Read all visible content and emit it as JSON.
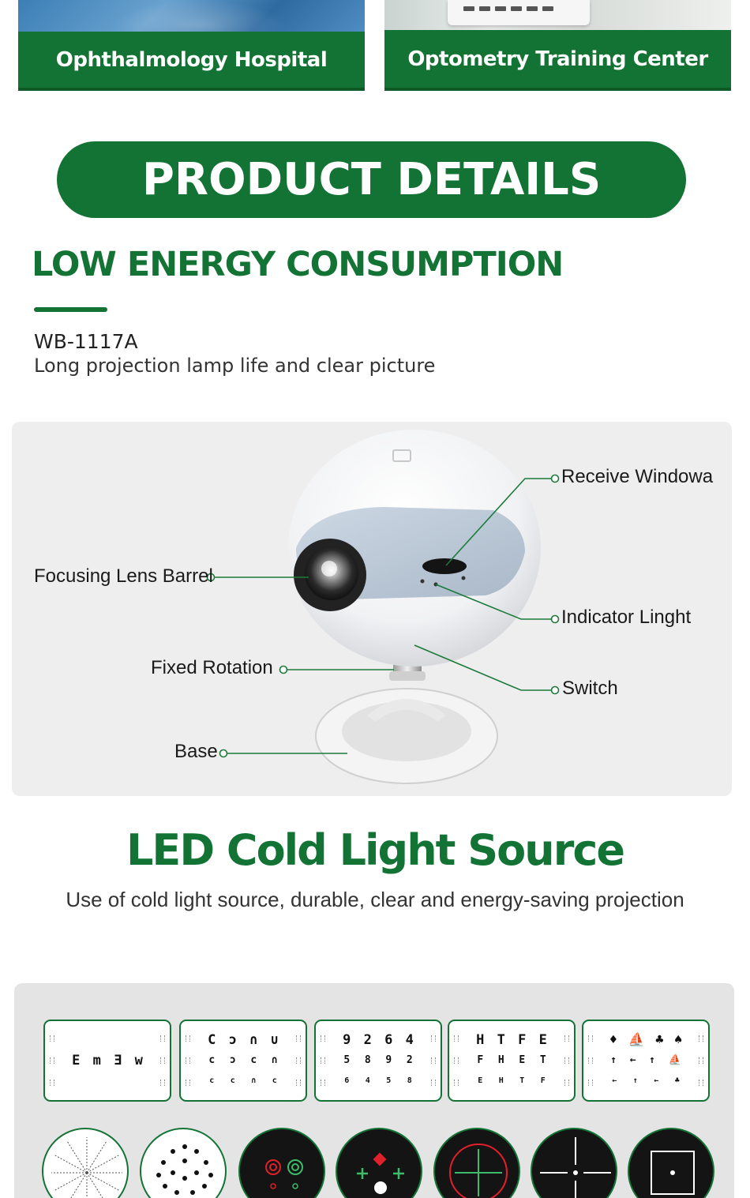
{
  "categories": {
    "left": "Ophthalmology Hospital",
    "right": "Optometry Training Center"
  },
  "banner": {
    "title": "PRODUCT DETAILS"
  },
  "feature": {
    "title": "LOW ENERGY CONSUMPTION",
    "model": "WB-1117A",
    "description": "Long projection lamp life and clear picture"
  },
  "product_callouts": {
    "receive_window": "Receive Windowa",
    "focusing_lens": "Focusing Lens Barrel",
    "indicator_light": "Indicator Linght",
    "fixed_rotation": "Fixed Rotation",
    "switch": "Switch",
    "base": "Base"
  },
  "led": {
    "title": "LED Cold Light Source",
    "subtitle": "Use of cold light source, durable, clear and energy-saving projection"
  },
  "chart_cards": [
    {
      "rows": [
        [
          "E",
          "m",
          "Ǝ",
          "w"
        ]
      ]
    },
    {
      "rows": [
        [
          "C",
          "ɔ",
          "∩",
          "∪"
        ],
        [
          "c",
          "ɔ",
          "c",
          "∩"
        ],
        [
          "c",
          "c",
          "∩",
          "c"
        ]
      ]
    },
    {
      "rows": [
        [
          "9",
          "2",
          "6",
          "4"
        ],
        [
          "5",
          "8",
          "9",
          "2"
        ],
        [
          "6",
          "4",
          "5",
          "8"
        ]
      ]
    },
    {
      "rows": [
        [
          "H",
          "T",
          "F",
          "E"
        ],
        [
          "F",
          "H",
          "E",
          "T"
        ],
        [
          "E",
          "H",
          "T",
          "F"
        ]
      ]
    },
    {
      "rows": [
        [
          "♦",
          "⛵",
          "♣",
          "♠"
        ],
        [
          "↑",
          "←",
          "↑",
          "⛵"
        ],
        [
          "←",
          "↑",
          "←",
          "♣"
        ]
      ]
    }
  ],
  "colors": {
    "brand_green": "#137334",
    "panel_gray": "#eeeeee",
    "chart_red": "#e0202a"
  }
}
